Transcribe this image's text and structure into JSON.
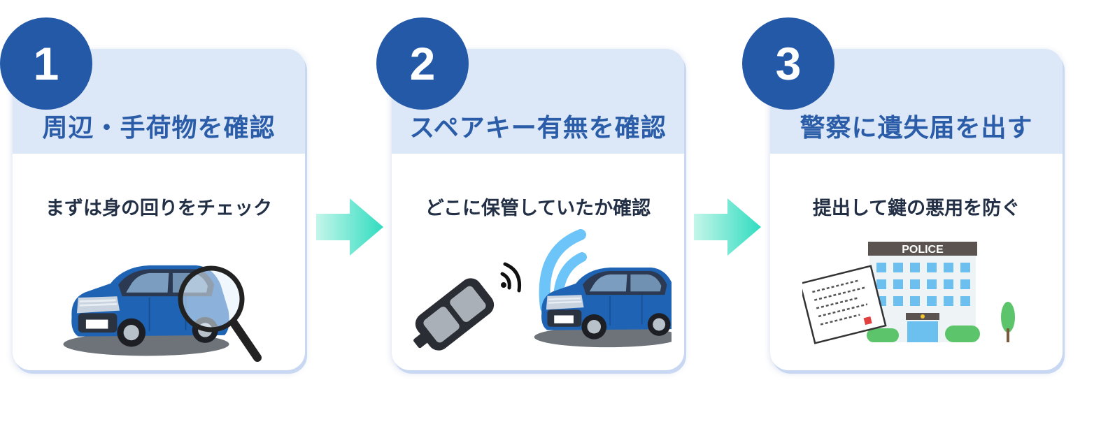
{
  "steps": [
    {
      "number": "1",
      "title": "周辺・手荷物を確認",
      "subtitle": "まずは身の回りをチェック",
      "icon": "car-magnifier-icon"
    },
    {
      "number": "2",
      "title": "スペアキー有無を確認",
      "subtitle": "どこに保管していたか確認",
      "icon": "smart-key-car-icon"
    },
    {
      "number": "3",
      "title": "警察に遺失届を出す",
      "subtitle": "提出して鍵の悪用を防ぐ",
      "icon": "police-station-document-icon"
    }
  ],
  "police_sign": "POLICE",
  "colors": {
    "badge": "#2459a8",
    "title": "#2a5ca8",
    "card_header": "#dce8f8",
    "arrow": "#40e0c0",
    "car": "#1f64b4"
  }
}
